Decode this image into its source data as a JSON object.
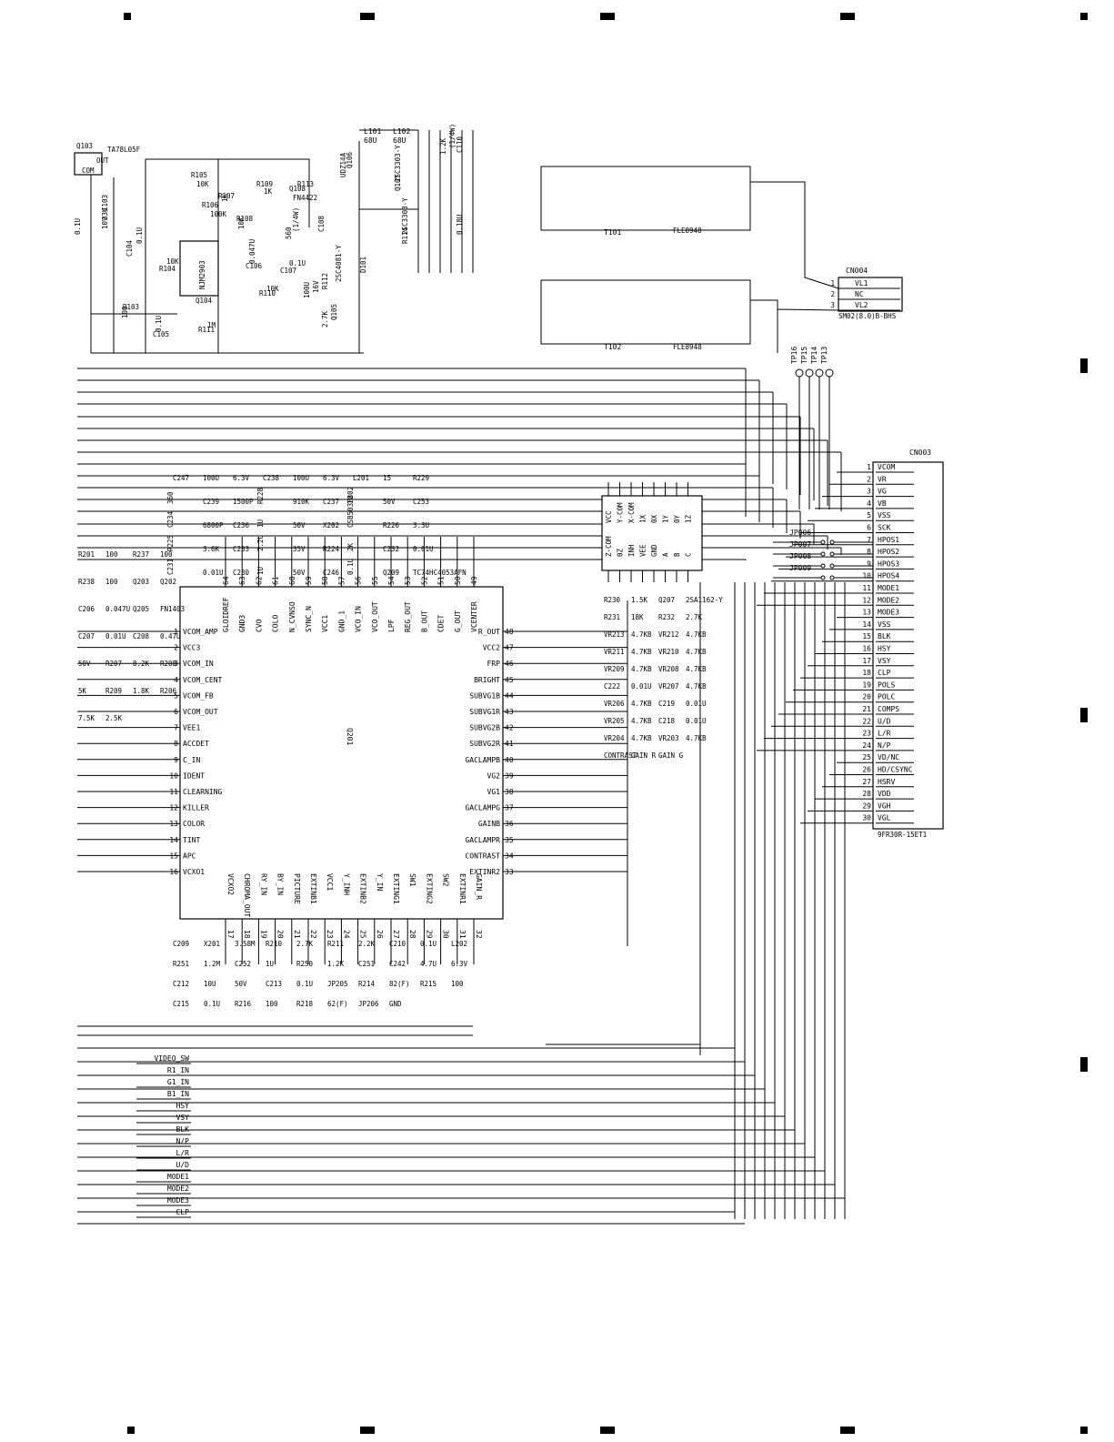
{
  "ic201": {
    "name": "Q201",
    "left_pins": [
      {
        "n": "1",
        "s": "VCOM_AMP"
      },
      {
        "n": "2",
        "s": "VCC3"
      },
      {
        "n": "3",
        "s": "VCOM_IN"
      },
      {
        "n": "4",
        "s": "VCOM_CENT"
      },
      {
        "n": "5",
        "s": "VCOM_FB"
      },
      {
        "n": "6",
        "s": "VCOM_OUT"
      },
      {
        "n": "7",
        "s": "VEE1"
      },
      {
        "n": "8",
        "s": "ACCDET"
      },
      {
        "n": "9",
        "s": "C_IN"
      },
      {
        "n": "10",
        "s": "IDENT"
      },
      {
        "n": "11",
        "s": "CLEARNING"
      },
      {
        "n": "12",
        "s": "KILLER"
      },
      {
        "n": "13",
        "s": "COLOR"
      },
      {
        "n": "14",
        "s": "TINT"
      },
      {
        "n": "15",
        "s": "APC"
      },
      {
        "n": "16",
        "s": "VCXO1"
      }
    ],
    "right_pins": [
      {
        "n": "48",
        "s": "R_OUT"
      },
      {
        "n": "47",
        "s": "VCC2"
      },
      {
        "n": "46",
        "s": "FRP"
      },
      {
        "n": "45",
        "s": "BRIGHT"
      },
      {
        "n": "44",
        "s": "SUBVG1B"
      },
      {
        "n": "43",
        "s": "SUBVG1R"
      },
      {
        "n": "42",
        "s": "SUBVG2B"
      },
      {
        "n": "41",
        "s": "SUBVG2R"
      },
      {
        "n": "40",
        "s": "GACLAMPB"
      },
      {
        "n": "39",
        "s": "VG2"
      },
      {
        "n": "38",
        "s": "VG1"
      },
      {
        "n": "37",
        "s": "GACLAMPG"
      },
      {
        "n": "36",
        "s": "GAINB"
      },
      {
        "n": "35",
        "s": "GACLAMPR"
      },
      {
        "n": "34",
        "s": "CONTRAST"
      },
      {
        "n": "33",
        "s": "EXTINR2"
      }
    ],
    "top_pins": [
      {
        "n": "64",
        "s": "GLOIDREF"
      },
      {
        "n": "63",
        "s": "GND3"
      },
      {
        "n": "62",
        "s": "CVO"
      },
      {
        "n": "61",
        "s": "COLO"
      },
      {
        "n": "60",
        "s": "N_CVNSO"
      },
      {
        "n": "59",
        "s": "SYNC_N"
      },
      {
        "n": "58",
        "s": "VCC1"
      },
      {
        "n": "57",
        "s": "GND_1"
      },
      {
        "n": "56",
        "s": "VCO_IN"
      },
      {
        "n": "55",
        "s": "VCO_OUT"
      },
      {
        "n": "54",
        "s": "LPF"
      },
      {
        "n": "53",
        "s": "REG_OUT"
      },
      {
        "n": "52",
        "s": "B_OUT"
      },
      {
        "n": "51",
        "s": "CDET"
      },
      {
        "n": "50",
        "s": "G_OUT"
      },
      {
        "n": "49",
        "s": "VCENTER"
      }
    ],
    "bottom_pins": [
      {
        "n": "17",
        "s": "VCXO2"
      },
      {
        "n": "18",
        "s": "CHROMA_OUT"
      },
      {
        "n": "19",
        "s": "RY_IN"
      },
      {
        "n": "20",
        "s": "BY_IN"
      },
      {
        "n": "21",
        "s": "PICTURE"
      },
      {
        "n": "22",
        "s": "EXTINB1"
      },
      {
        "n": "23",
        "s": "VCC1"
      },
      {
        "n": "24",
        "s": "Y_INH"
      },
      {
        "n": "25",
        "s": "EXTINB2"
      },
      {
        "n": "26",
        "s": "Y_IN"
      },
      {
        "n": "27",
        "s": "EXTING1"
      },
      {
        "n": "28",
        "s": "SW1"
      },
      {
        "n": "29",
        "s": "EXTING2"
      },
      {
        "n": "30",
        "s": "SW2"
      },
      {
        "n": "31",
        "s": "EXTINR1"
      },
      {
        "n": "32",
        "s": "GAIN_R"
      }
    ]
  },
  "cn003": {
    "name": "CN003",
    "part": "9FR30R-15ET1",
    "pins": [
      {
        "n": "1",
        "s": "VCOM"
      },
      {
        "n": "2",
        "s": "VR"
      },
      {
        "n": "3",
        "s": "VG"
      },
      {
        "n": "4",
        "s": "VB"
      },
      {
        "n": "5",
        "s": "VSS"
      },
      {
        "n": "6",
        "s": "SCK"
      },
      {
        "n": "7",
        "s": "HPOS1"
      },
      {
        "n": "8",
        "s": "HPOS2"
      },
      {
        "n": "9",
        "s": "HPOS3"
      },
      {
        "n": "10",
        "s": "HPOS4"
      },
      {
        "n": "11",
        "s": "MODE1"
      },
      {
        "n": "12",
        "s": "MODE2"
      },
      {
        "n": "13",
        "s": "MODE3"
      },
      {
        "n": "14",
        "s": "VSS"
      },
      {
        "n": "15",
        "s": "BLK"
      },
      {
        "n": "16",
        "s": "HSY"
      },
      {
        "n": "17",
        "s": "VSY"
      },
      {
        "n": "18",
        "s": "CLP"
      },
      {
        "n": "19",
        "s": "POLS"
      },
      {
        "n": "20",
        "s": "POLC"
      },
      {
        "n": "21",
        "s": "COMPS"
      },
      {
        "n": "22",
        "s": "U/D"
      },
      {
        "n": "23",
        "s": "L/R"
      },
      {
        "n": "24",
        "s": "N/P"
      },
      {
        "n": "25",
        "s": "VD/NC"
      },
      {
        "n": "26",
        "s": "HD/CSYNC"
      },
      {
        "n": "27",
        "s": "HSRV"
      },
      {
        "n": "28",
        "s": "VDD"
      },
      {
        "n": "29",
        "s": "VGH"
      },
      {
        "n": "30",
        "s": "VGL"
      }
    ]
  },
  "cn004": {
    "name": "CN004",
    "part": "SM02(8.0)B-BHS",
    "pins": [
      {
        "n": "1",
        "s": "VL1"
      },
      {
        "n": "2",
        "s": "NC"
      },
      {
        "n": "3",
        "s": "VL2"
      }
    ]
  },
  "jumpers": [
    "JP006",
    "JP007",
    "JP008",
    "JP009"
  ],
  "testpoints": [
    "TP16",
    "TP15",
    "TP14",
    "TP13"
  ],
  "transformers": [
    {
      "ref": "T101",
      "part": "FLE8948"
    },
    {
      "ref": "T102",
      "part": "FLE8948"
    }
  ],
  "inductors": [
    {
      "ref": "L101",
      "val": "68U"
    },
    {
      "ref": "L102",
      "val": "68U"
    }
  ],
  "top_labels": [
    "Q103",
    "TA78L05F",
    "OUT",
    "COM",
    "C103",
    "33U",
    "10V",
    "0.1U",
    "C104",
    "0.1U",
    "R105",
    "10K",
    "R106",
    "100K",
    "R107",
    "1K",
    "R108",
    "10K",
    "R109",
    "1K",
    "R104",
    "10K",
    "Q104",
    "NJM2903",
    "C106",
    "0.047U",
    "C107",
    "0.1U",
    "R110",
    "10K",
    "R111",
    "1M",
    "R103",
    "100",
    "C105",
    "0.1U",
    "Q108",
    "FN4422",
    "R113",
    "560",
    "(1/4W)",
    "C108",
    "100U",
    "16V",
    "R112",
    "2.7K",
    "Q105",
    "2SC4081-Y",
    "D101",
    "UDZ14A",
    "Q106",
    "2SC3303-Y",
    "Q107",
    "2SC3303-Y",
    "R114",
    "1.2K",
    "(1/4W)",
    "C110",
    "0.18U"
  ],
  "mid_labels": [
    "C247",
    "100U",
    "6.3V",
    "C238",
    "100U",
    "6.3V",
    "L201",
    "15",
    "R229",
    "360",
    "C239",
    "1500P",
    "R228",
    "910K",
    "C237",
    "1U",
    "50V",
    "C253",
    "C234",
    "6800P",
    "C236",
    "1U",
    "50V",
    "X202",
    "CSB503F802",
    "R226",
    "3.3U",
    "R225",
    "3.6K",
    "C233",
    "2.2U",
    "35V",
    "R224",
    "2K",
    "C232",
    "0.01U",
    "C231",
    "0.01U",
    "C230",
    "1U",
    "50V",
    "C246",
    "0.1U",
    "Q209",
    "TC74HC4053AFN"
  ],
  "q209_pins": [
    "VCC",
    "Y-COM",
    "X-COM",
    "1X",
    "0X",
    "1Y",
    "0Y",
    "1Z",
    "Z-COM",
    "0Z",
    "INH",
    "VEE",
    "GND",
    "A",
    "B",
    "C"
  ],
  "right_labels": [
    "R230",
    "1.5K",
    "Q207",
    "2SA1162-Y",
    "R231",
    "18K",
    "R232",
    "2.7K",
    "VR213",
    "4.7KB",
    "VR212",
    "4.7KB",
    "VR211",
    "4.7KB",
    "VR210",
    "4.7KB",
    "VR209",
    "4.7KB",
    "VR208",
    "4.7KB",
    "C222",
    "0.01U",
    "VR207",
    "4.7KB",
    "VR206",
    "4.7KB",
    "C219",
    "0.01U",
    "VR205",
    "4.7KB",
    "C218",
    "0.01U",
    "VR204",
    "4.7KB",
    "VR203",
    "4.7KB",
    "CONTRAST",
    "GAIN R",
    "GAIN G"
  ],
  "left_labels": [
    "R201",
    "100",
    "R237",
    "100",
    "R238",
    "100",
    "Q203",
    "Q202",
    "C206",
    "0.047U",
    "Q205",
    "FN1403",
    "C207",
    "0.01U",
    "C208",
    "0.47U",
    "50V",
    "R207",
    "8.2K",
    "R208",
    "5K",
    "R209",
    "1.8K",
    "R206",
    "7.5K",
    "2.5K"
  ],
  "bottom_labels": [
    "C209",
    "X201",
    "3.58M",
    "R210",
    "2.7K",
    "R211",
    "2.2K",
    "C210",
    "0.1U",
    "L202",
    "R251",
    "1.2M",
    "C252",
    "1U",
    "R250",
    "1.2K",
    "C251",
    "C242",
    "4.7U",
    "6.3V",
    "C212",
    "10U",
    "50V",
    "C213",
    "0.1U",
    "JP205",
    "R214",
    "82(F)",
    "R215",
    "100",
    "C215",
    "0.1U",
    "R216",
    "100",
    "R218",
    "62(F)",
    "JP206",
    "GND"
  ],
  "bottom_nets": [
    "VIDEO_SW",
    "R1_IN",
    "G1_IN",
    "B1_IN",
    "HSY",
    "VSY",
    "BLK",
    "N/P",
    "L/R",
    "U/D",
    "MODE1",
    "MODE2",
    "MODE3",
    "CLP"
  ]
}
